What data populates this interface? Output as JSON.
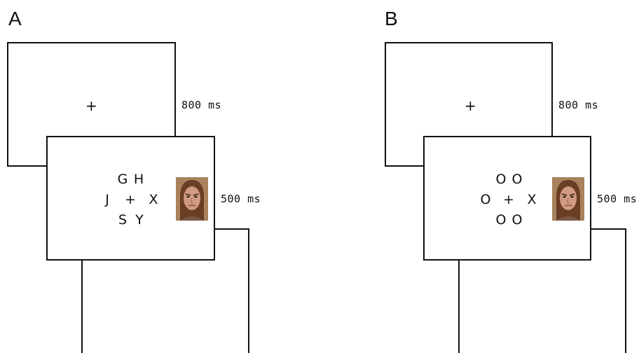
{
  "panels": [
    {
      "label": "A",
      "fixation": {
        "symbol": "+",
        "duration": "800 ms"
      },
      "search": {
        "duration": "500 ms",
        "letters": {
          "top_left": "G",
          "top_right": "H",
          "left": "J",
          "center": "+",
          "right": "X",
          "bottom_left": "S",
          "bottom_right": "Y"
        }
      }
    },
    {
      "label": "B",
      "fixation": {
        "symbol": "+",
        "duration": "800 ms"
      },
      "search": {
        "duration": "500 ms",
        "letters": {
          "top_left": "O",
          "top_right": "O",
          "left": "O",
          "center": "+",
          "right": "X",
          "bottom_left": "O",
          "bottom_right": "O"
        }
      }
    }
  ],
  "colors": {
    "line": "#111111",
    "face_bg": "#a7825c",
    "skin": "#cf9a80",
    "hair": "#6a3e24"
  },
  "icons": {
    "face": "angry-face-photo-icon"
  }
}
